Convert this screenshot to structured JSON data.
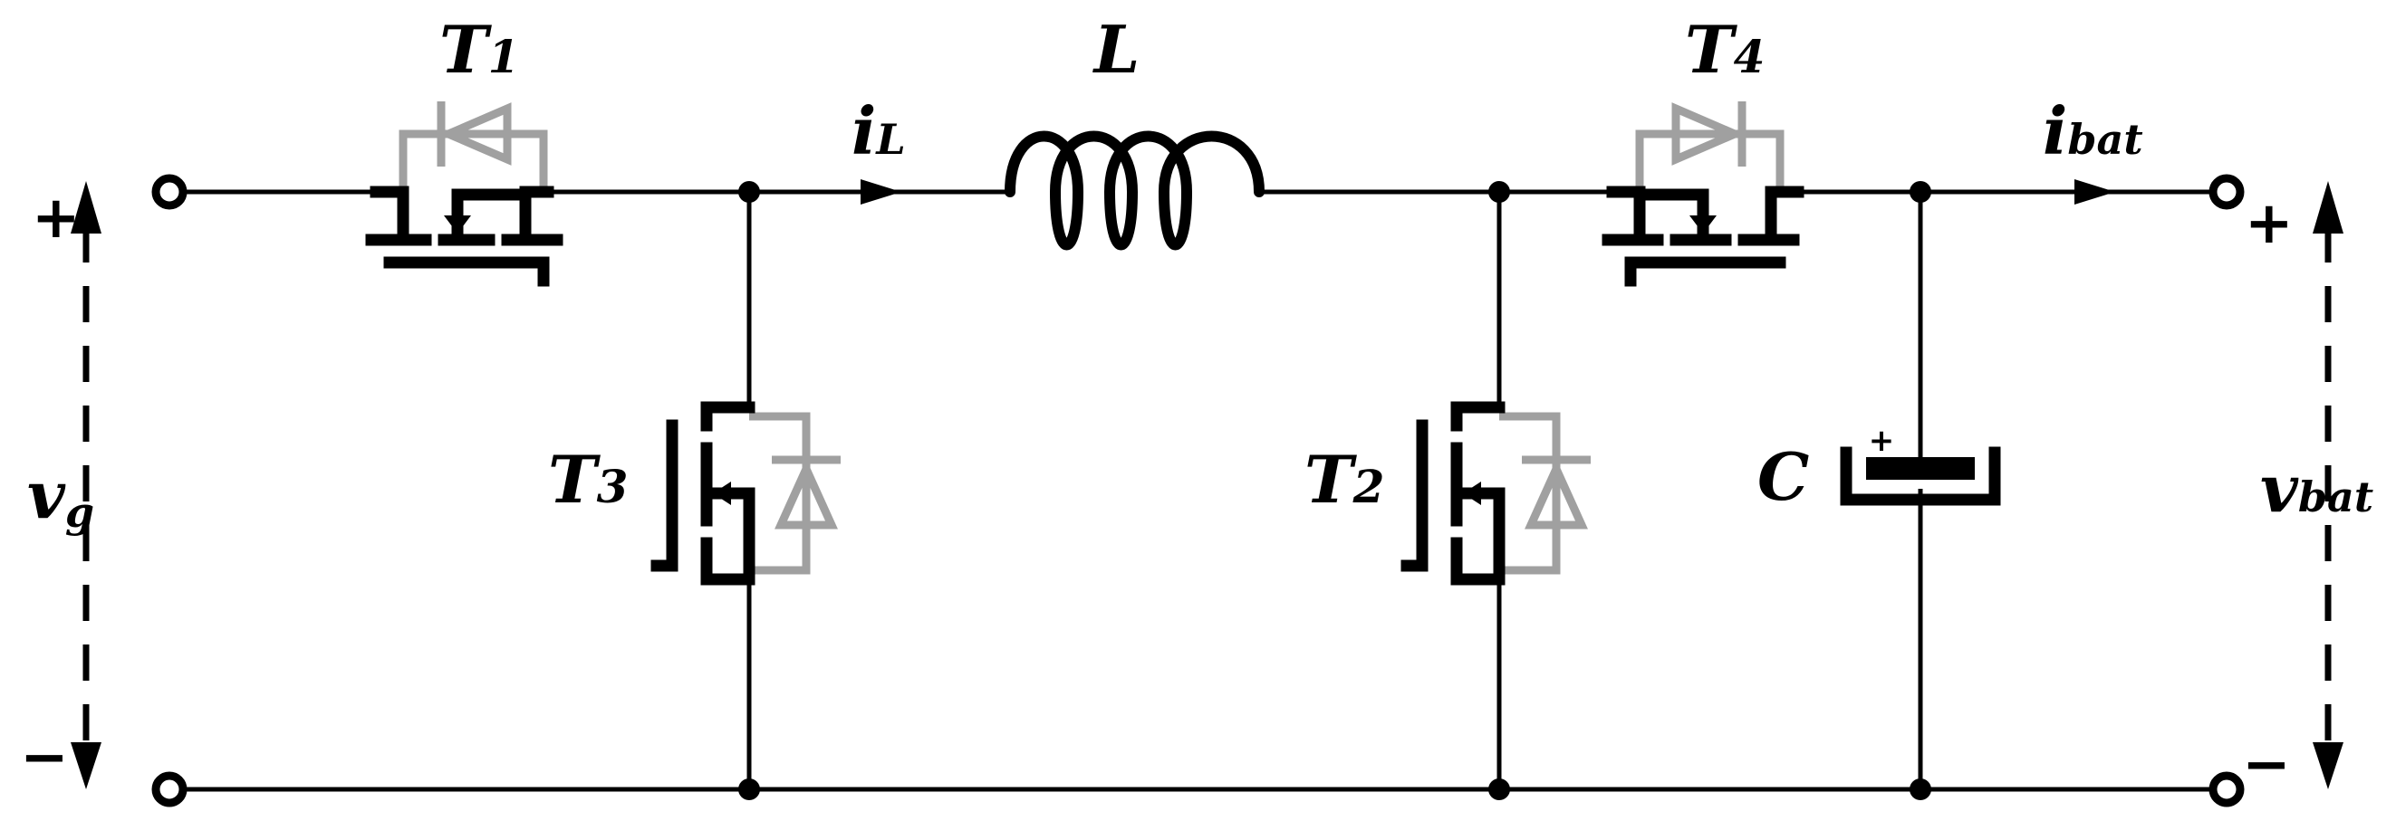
{
  "labels": {
    "T1": {
      "main": "T",
      "sub": "1"
    },
    "T2": {
      "main": "T",
      "sub": "2"
    },
    "T3": {
      "main": "T",
      "sub": "3"
    },
    "T4": {
      "main": "T",
      "sub": "4"
    },
    "L": "L",
    "C": "C",
    "iL": {
      "main": "i",
      "sub": "L"
    },
    "ibat": {
      "main": "i",
      "sub": "bat"
    },
    "vg": {
      "main": "v",
      "sub": "g"
    },
    "vbat": {
      "main": "v",
      "sub": "bat"
    }
  },
  "polarity": {
    "plus": "+",
    "minus": "−",
    "cap_plus": "+"
  },
  "colors": {
    "wire": "#000000",
    "diode": "#a0a0a0"
  }
}
